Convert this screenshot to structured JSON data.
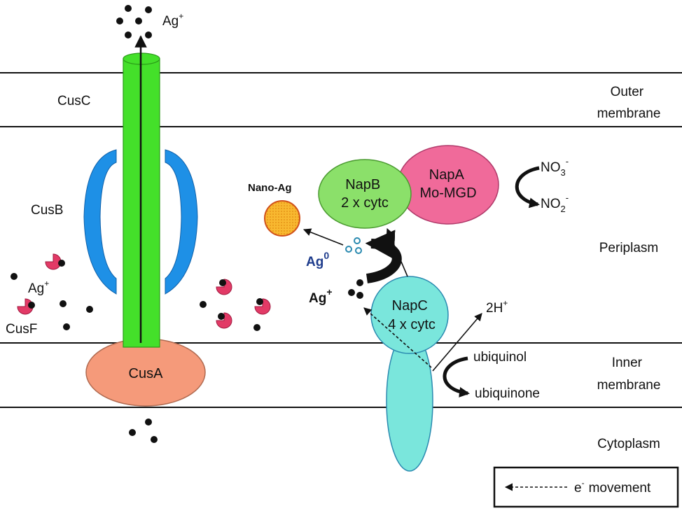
{
  "regions": {
    "outer_membrane": "Outer membrane",
    "periplasm": "Periplasm",
    "inner_membrane": "Inner membrane",
    "cytoplasm": "Cytoplasm"
  },
  "proteins": {
    "cusc": "CusC",
    "cusb": "CusB",
    "cusa": "CusA",
    "cusf": "CusF",
    "napb_line1": "NapB",
    "napb_line2": "2 x cytc",
    "napa_line1": "NapA",
    "napa_line2": "Mo-MGD",
    "napc_line1": "NapC",
    "napc_line2": "4 x cytc"
  },
  "species": {
    "ag_top": "Ag",
    "ag_top_charge": "+",
    "ag_left": "Ag",
    "ag_left_charge": "+",
    "ag_plus": "Ag",
    "ag_plus_charge": "+",
    "ag_zero": "Ag",
    "ag_zero_charge": "0",
    "nano_ag": "Nano-Ag",
    "no3": "NO",
    "no3_sub": "3",
    "no3_charge": "-",
    "no2": "NO",
    "no2_sub": "2",
    "no2_charge": "-",
    "two_h": "2H",
    "two_h_charge": "+",
    "ubiquinol": "ubiquinol",
    "ubiquinone": "ubiquinone"
  },
  "legend": {
    "electron": "e",
    "electron_charge": "-",
    "text": "movement"
  },
  "colors": {
    "cusc_green": "#44e02a",
    "cusb_blue": "#1e90e6",
    "cusa_salmon": "#f59a7a",
    "cusf_pink": "#e23a66",
    "napb_green": "#8be06a",
    "napa_pink": "#f06a9a",
    "napc_cyan": "#7ae6dc",
    "nano_ag_orange": "#f8b830",
    "ag0_blue": "#1e3c8c"
  }
}
